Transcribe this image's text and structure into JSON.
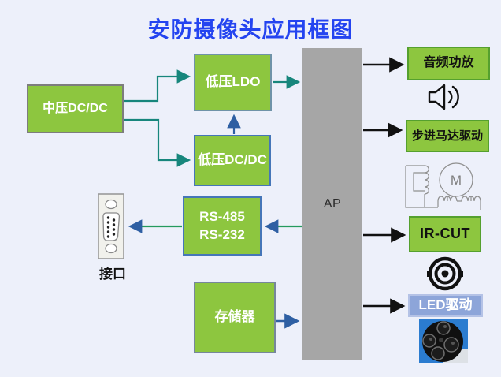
{
  "title": "安防摄像头应用框图",
  "blocks": {
    "mid_dcdc": {
      "label": "中压DC/DC"
    },
    "ldo": {
      "label": "低压LDO"
    },
    "low_dcdc": {
      "label": "低压DC/DC"
    },
    "serial": {
      "line1": "RS-485",
      "line2": "RS-232"
    },
    "connector": {
      "label": "接口"
    },
    "memory": {
      "label": "存储器"
    },
    "ap": {
      "label": "AP"
    },
    "audio_amp": {
      "label": "音频功放"
    },
    "stepper_driver": {
      "label": "步进马达驱动"
    },
    "ircut": {
      "label": "IR-CUT"
    },
    "led_driver": {
      "label": "LED驱动"
    }
  },
  "icons": {
    "motor_letter": "M",
    "db9_connector": "db9-serial-connector-icon",
    "speaker": "speaker-icon",
    "stepper_motor": "stepper-motor-schematic-icon",
    "ircut_lens": "ircut-lens-icon",
    "ir_led_array": "ir-led-array-photo"
  },
  "colors": {
    "background": "#edf0fa",
    "title_blue": "#2444f0",
    "block_green": "#8dc63f",
    "ap_gray": "#a6a6a6",
    "led_driver_blue": "#8da5d9",
    "arrow_teal": "#17867c",
    "arrow_green": "#259a5e",
    "arrow_blue": "#2e5fa3",
    "arrow_black": "#111111"
  }
}
